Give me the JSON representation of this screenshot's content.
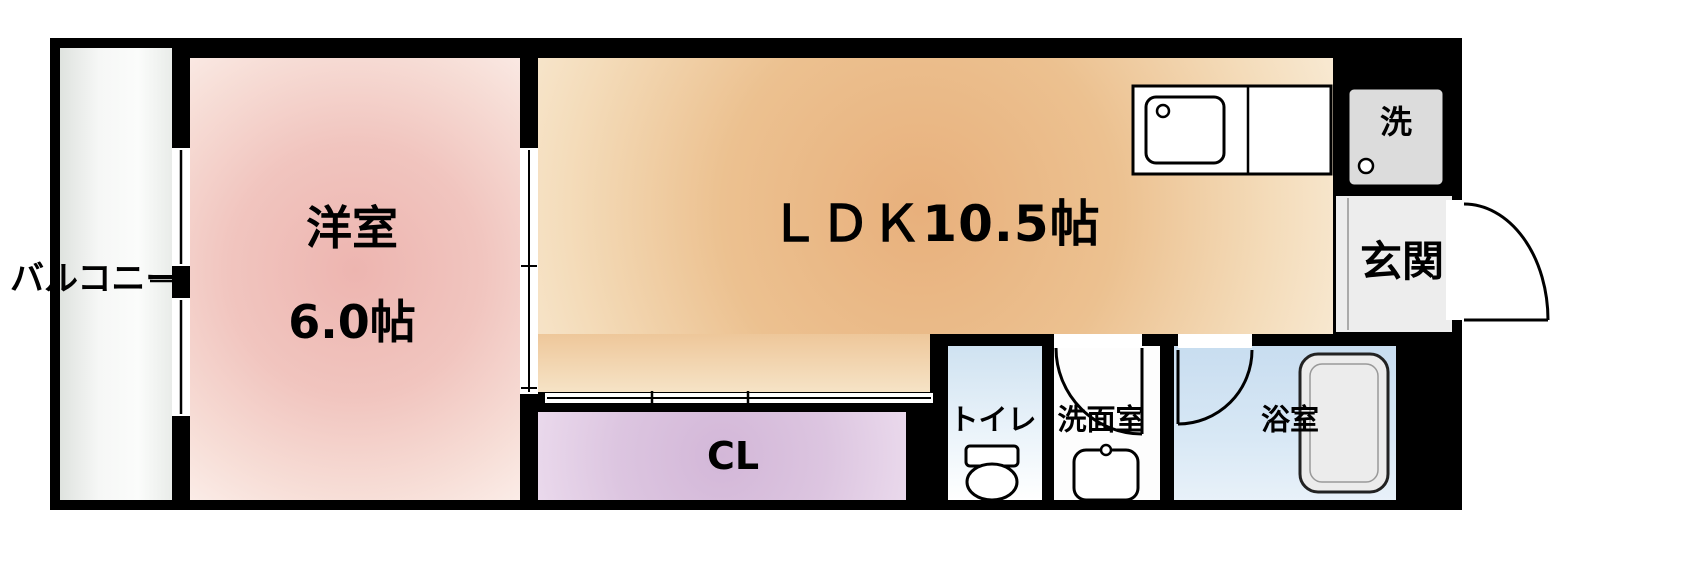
{
  "plan": {
    "balcony": {
      "label": "バルコニー"
    },
    "western_room": {
      "label": "洋室",
      "size": "6.0帖"
    },
    "ldk": {
      "label": "ＬＤＫ10.5帖"
    },
    "closet": {
      "label": "CL"
    },
    "toilet": {
      "label": "トイレ"
    },
    "washroom": {
      "label": "洗面室"
    },
    "bathroom": {
      "label": "浴室"
    },
    "entrance": {
      "label": "玄関"
    },
    "washer": {
      "label": "洗"
    }
  },
  "colors": {
    "wall": "#000000",
    "western_room": "#f0bcb8",
    "ldk": "#ecc190",
    "closet": "#dcc5e0",
    "wet_area": "#cfe2f1",
    "balcony": "#eceeec",
    "entrance": "#ededed"
  }
}
